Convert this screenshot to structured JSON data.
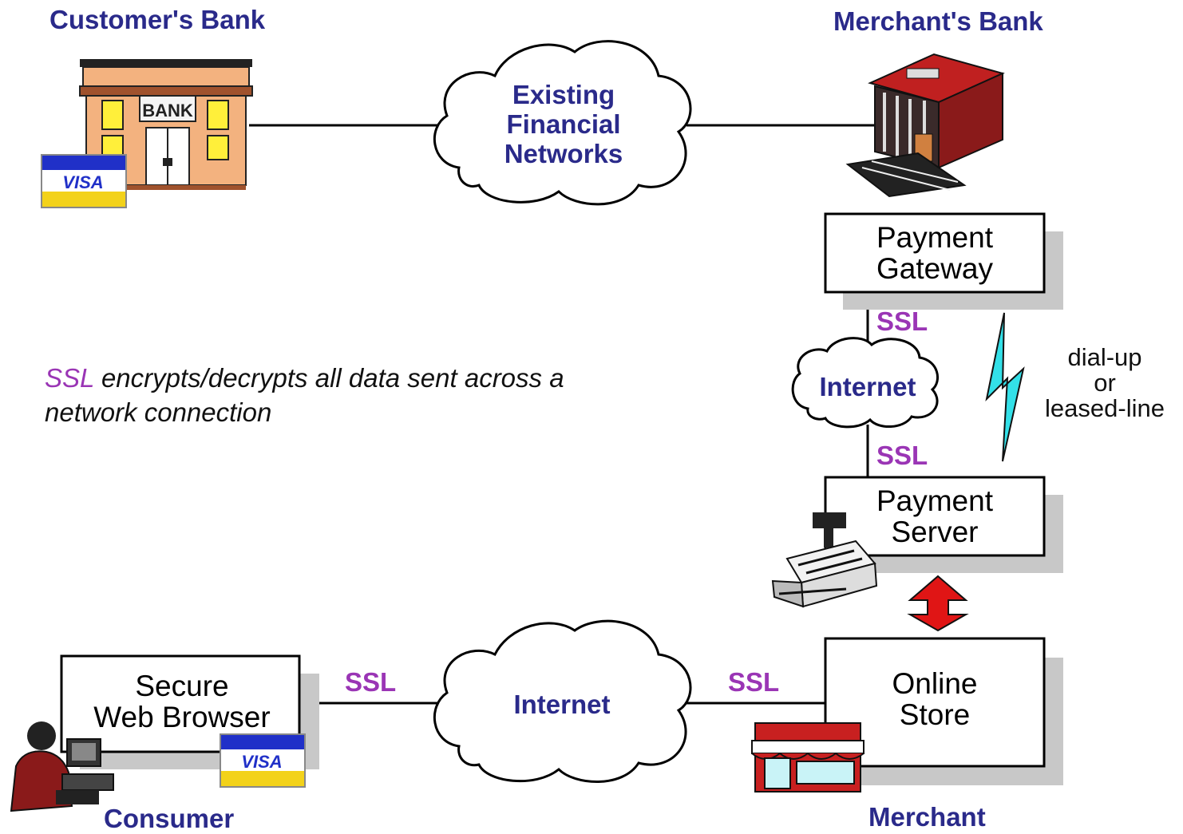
{
  "labels": {
    "customers_bank": "Customer's Bank",
    "merchants_bank": "Merchant's Bank",
    "consumer": "Consumer",
    "merchant": "Merchant"
  },
  "clouds": {
    "financial": [
      "Existing",
      "Financial",
      "Networks"
    ],
    "internet_top": "Internet",
    "internet_bottom": "Internet"
  },
  "boxes": {
    "payment_gateway": [
      "Payment",
      "Gateway"
    ],
    "payment_server": [
      "Payment",
      "Server"
    ],
    "online_store": [
      "Online",
      "Store"
    ],
    "browser": [
      "Secure",
      "Web Browser"
    ]
  },
  "ssl_label": "SSL",
  "note": {
    "highlight": "SSL",
    "line1": " encrypts/decrypts all data sent across a",
    "line2": "network connection"
  },
  "dialup": [
    "dial-up",
    "or",
    "leased-line"
  ],
  "bank_sign": "BANK",
  "visa": "VISA",
  "colors": {
    "label_blue": "#2a2a8a",
    "ssl_purple": "#9a35b5",
    "shadow_gray": "#c8c8c8",
    "lightning": "#33e0e8",
    "arrow_red": "#e01515"
  }
}
